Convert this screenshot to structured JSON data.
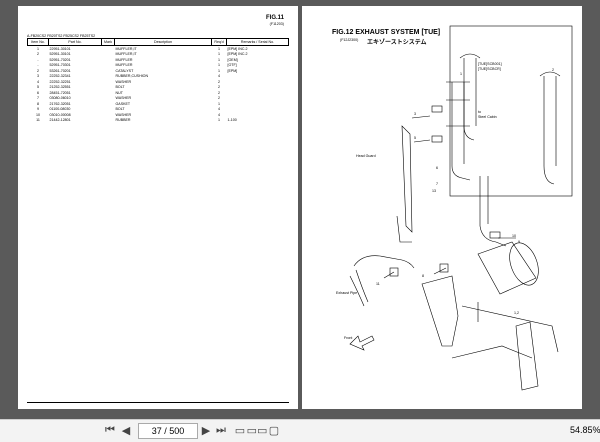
{
  "left_page": {
    "fig_label": "FIG.11",
    "fig_sub": "(F11203)",
    "models": "A-FB20CS2 FB20TS2 FB25CS2 FB25TS2",
    "headers": [
      "Item No.",
      "Part No.",
      "Mark",
      "Description",
      "Req'd",
      "Remarks / Serial No."
    ],
    "rows": [
      [
        "1",
        "22951-30101",
        "",
        "MUFFLER,IT",
        "",
        "1",
        "[EPM] INC.2"
      ],
      [
        "2",
        "52951-30101",
        "",
        "MUFFLER,IT",
        "",
        "1",
        "[EPM] INC.2"
      ],
      [
        "-",
        "52951-70201",
        "",
        "MUFFLER",
        "",
        "1",
        "[OEM]"
      ],
      [
        "-",
        "52951-70301",
        "",
        "MUFFLER",
        "",
        "1",
        "[OTF]"
      ],
      [
        "2",
        "53261-70201",
        "",
        "CATALYST",
        "",
        "1",
        "[EPM]"
      ],
      [
        "3",
        "22252-32341",
        "",
        "RUBBER,CUSHION",
        "",
        "4",
        ""
      ],
      [
        "4",
        "22252-32251",
        "",
        "WASHER",
        "",
        "2",
        ""
      ],
      [
        "5",
        "21252-32551",
        "",
        "BOLT",
        "",
        "2",
        ""
      ],
      [
        "6",
        "28451-72051",
        "",
        "NUT",
        "",
        "2",
        ""
      ],
      [
        "7",
        "03080-06010",
        "",
        "WASHER",
        "",
        "2",
        ""
      ],
      [
        "8",
        "21762-32051",
        "",
        "GASKET",
        "",
        "1",
        ""
      ],
      [
        "9",
        "01100-08030",
        "",
        "BOLT",
        "",
        "4",
        ""
      ],
      [
        "10",
        "03010-00008",
        "",
        "WASHER",
        "",
        "4",
        ""
      ],
      [
        "11",
        "21442-12801",
        "",
        "RUBBER",
        "",
        "1",
        "1-100"
      ]
    ]
  },
  "right_page": {
    "fig_title": "FIG.12    EXHAUST SYSTEM [TUE]",
    "fig_sub": "(F12J2300)",
    "fig_sub_jp": "エキゾーストシステム",
    "labels": {
      "tue_box": "[TUE]SCB001]\n[TUE]SCBCR]",
      "steel_cabin": "to\nSteel Cabin",
      "head_guard": "Head Guard",
      "exhaust_pipe": "Exhaust Pipe",
      "front": "Front",
      "n1": "1",
      "n2": "2",
      "n3": "3",
      "n5": "5",
      "n6": "6",
      "n7": "7",
      "n8": "8",
      "n9": "9",
      "n10": "10",
      "n11": "11",
      "n13": "13",
      "n1_2": "1,2"
    }
  },
  "toolbar": {
    "page_value": "37 / 500",
    "zoom": "54.85%"
  }
}
